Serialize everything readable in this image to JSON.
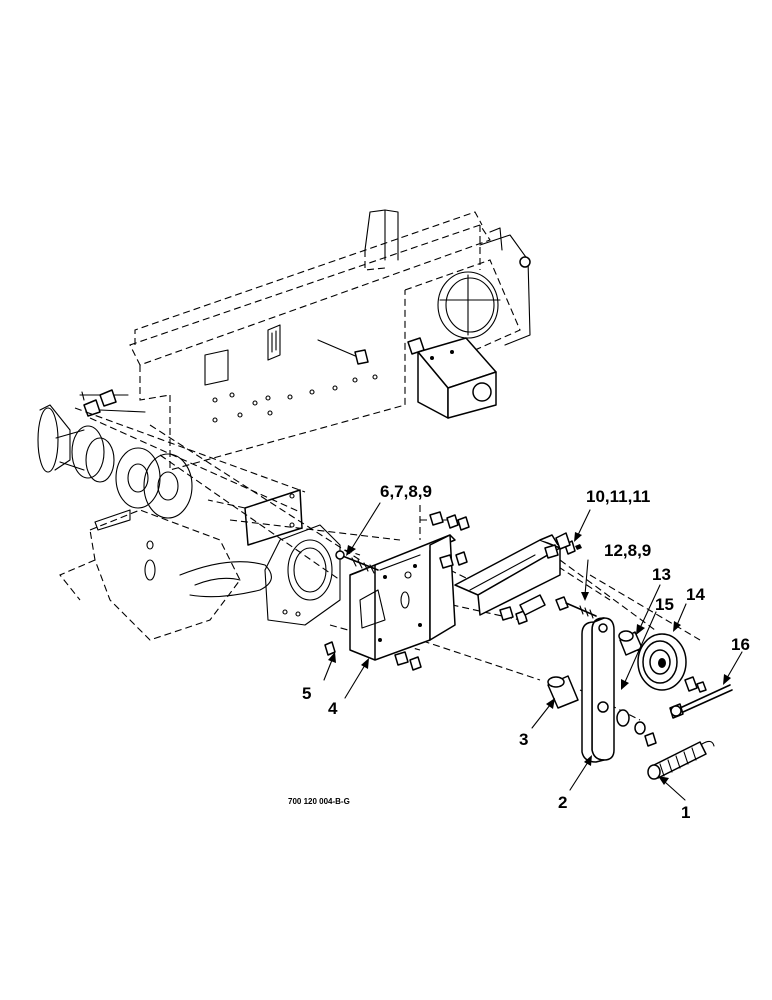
{
  "figure_id": "700 120 004-B-G",
  "callouts": [
    {
      "id": "c1",
      "text": "1"
    },
    {
      "id": "c2",
      "text": "2"
    },
    {
      "id": "c3",
      "text": "3"
    },
    {
      "id": "c4",
      "text": "4"
    },
    {
      "id": "c5",
      "text": "5"
    },
    {
      "id": "c6",
      "text": "6,7,8,9"
    },
    {
      "id": "c10",
      "text": "10,11,11"
    },
    {
      "id": "c12",
      "text": "12,8,9"
    },
    {
      "id": "c13",
      "text": "13"
    },
    {
      "id": "c14",
      "text": "14"
    },
    {
      "id": "c15",
      "text": "15"
    },
    {
      "id": "c16",
      "text": "16"
    }
  ]
}
